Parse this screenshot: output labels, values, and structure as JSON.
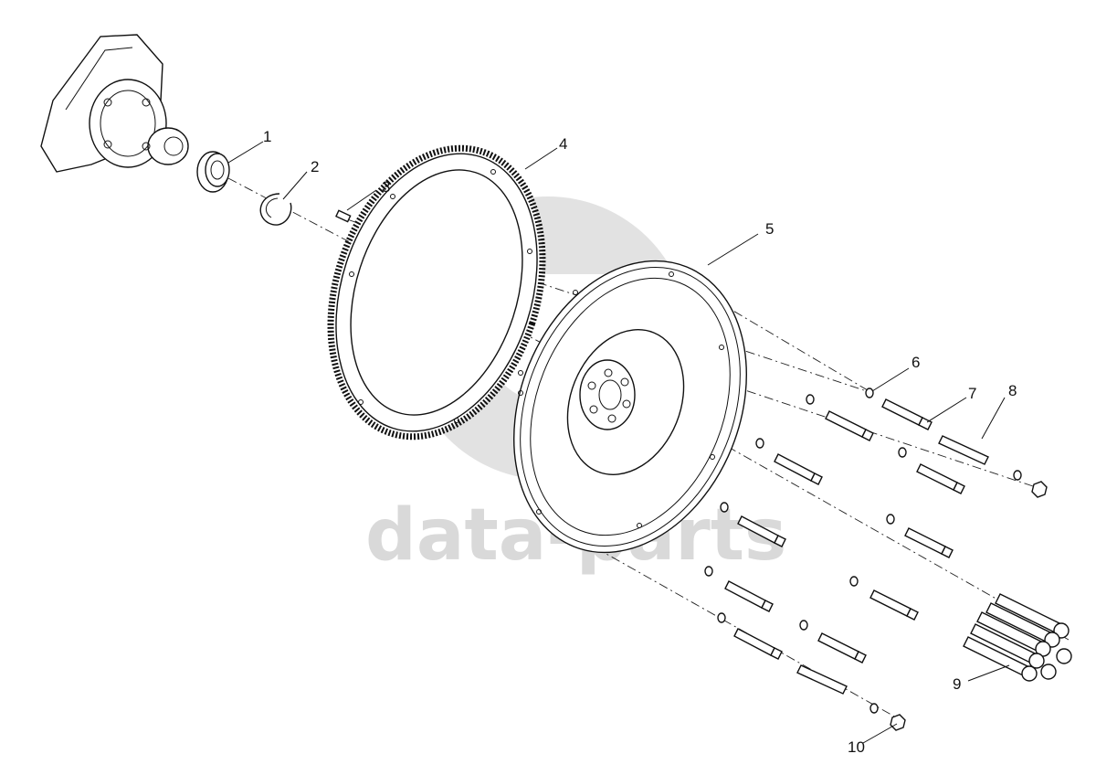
{
  "watermark": {
    "text": "data-parts",
    "color": "#d9d9d9"
  },
  "callouts": [
    {
      "id": "1",
      "label": "1"
    },
    {
      "id": "2",
      "label": "2"
    },
    {
      "id": "3",
      "label": "3"
    },
    {
      "id": "4",
      "label": "4"
    },
    {
      "id": "5",
      "label": "5"
    },
    {
      "id": "6",
      "label": "6"
    },
    {
      "id": "7",
      "label": "7"
    },
    {
      "id": "8",
      "label": "8"
    },
    {
      "id": "9",
      "label": "9"
    },
    {
      "id": "10",
      "label": "10"
    }
  ],
  "colors": {
    "line": "#111111",
    "background": "#ffffff"
  }
}
